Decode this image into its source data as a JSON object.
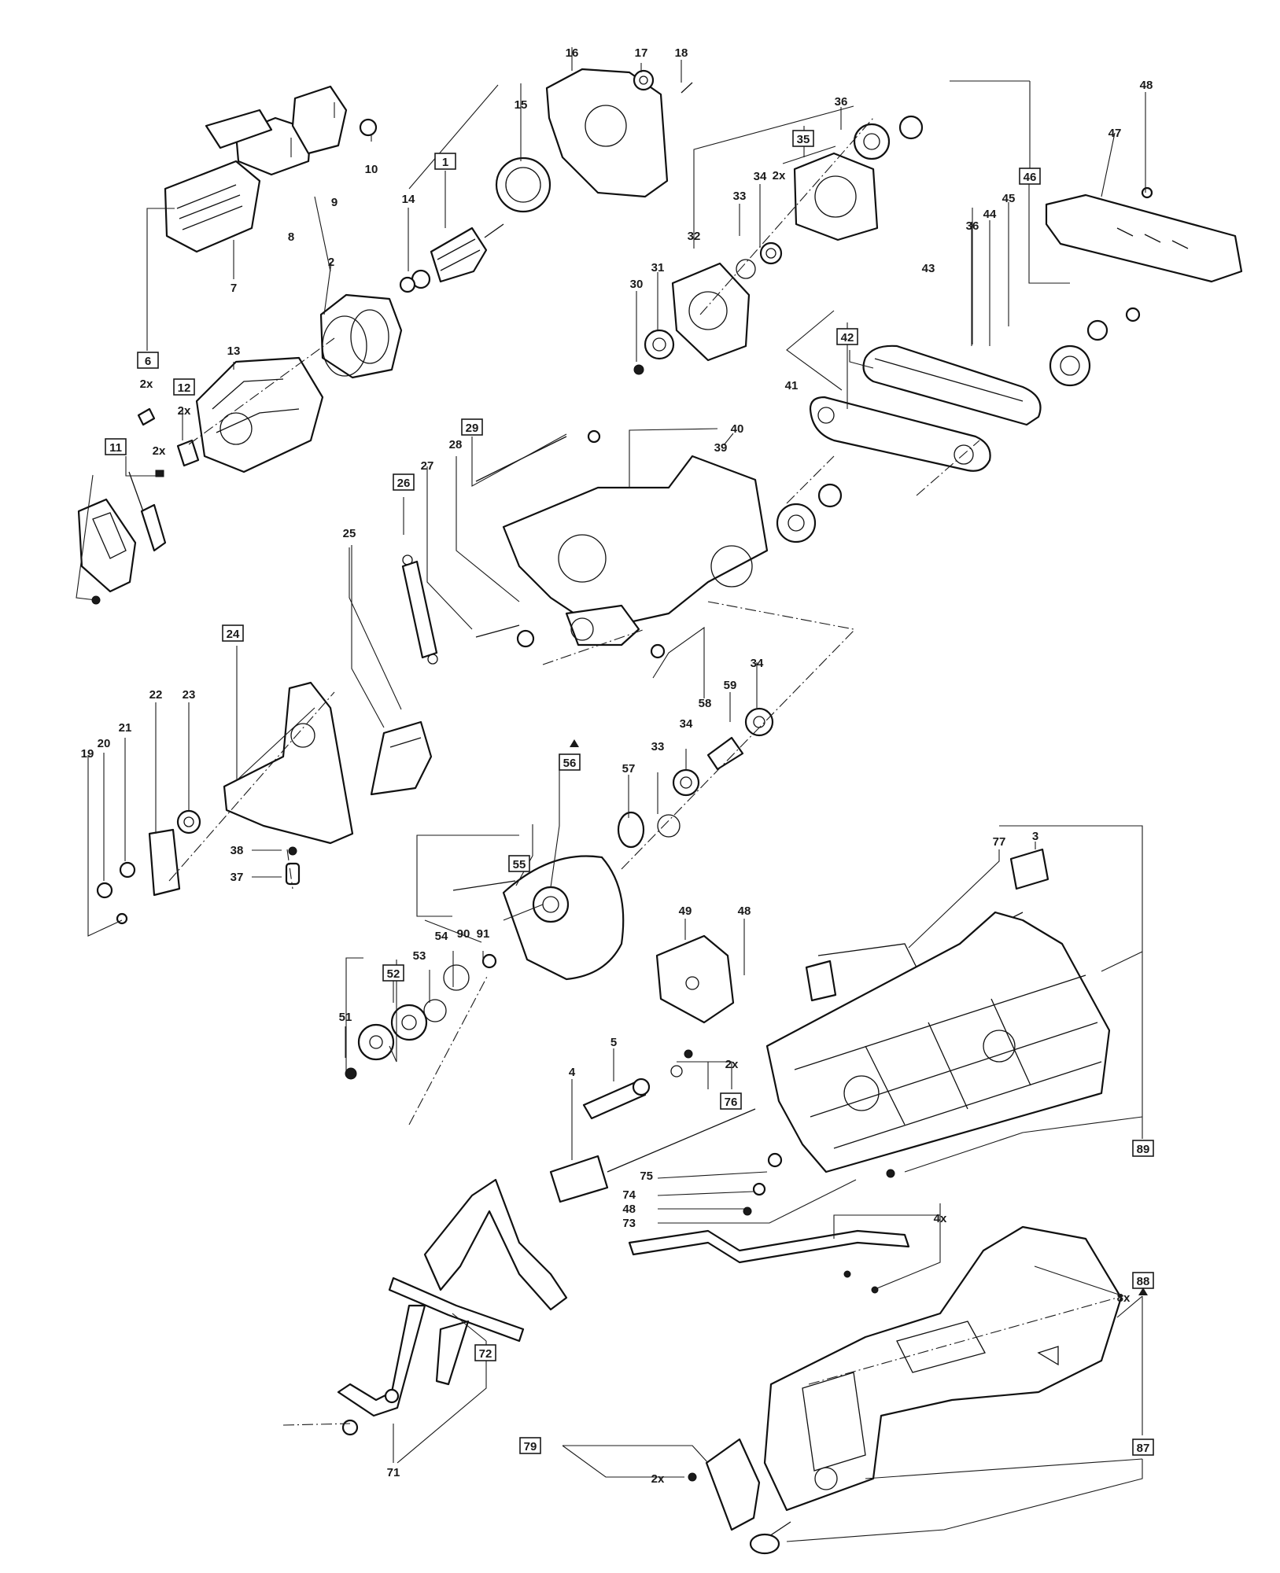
{
  "labels": {
    "l1": "1",
    "l2": "2",
    "l3": "3",
    "l4": "4",
    "l5": "5",
    "l6": "6",
    "l7": "7",
    "l8": "8",
    "l9": "9",
    "l10": "10",
    "l11": "11",
    "l12": "12",
    "l13": "13",
    "l14a": "14",
    "l14b": "14",
    "l15": "15",
    "l16": "16",
    "l17": "17",
    "l18": "18",
    "l19": "19",
    "l20": "20",
    "l21": "21",
    "l22": "22",
    "l23": "23",
    "l24": "24",
    "l25": "25",
    "l26": "26",
    "l27": "27",
    "l28": "28",
    "l29": "29",
    "l30": "30",
    "l31": "31",
    "l32": "32",
    "l33a": "33",
    "l33b": "33",
    "l34a": "34",
    "l34b": "34",
    "l34c": "34",
    "l35": "35",
    "l36a": "36",
    "l36b": "36",
    "l37": "37",
    "l38": "38",
    "l39": "39",
    "l40": "40",
    "l41": "41",
    "l42": "42",
    "l43": "43",
    "l44": "44",
    "l45": "45",
    "l46": "46",
    "l47": "47",
    "l48a": "48",
    "l48b": "48",
    "l48c": "48",
    "l49": "49",
    "l51": "51",
    "l52": "52",
    "l53": "53",
    "l54": "54",
    "l55": "55",
    "l56": "56",
    "l57": "57",
    "l58": "58",
    "l59": "59",
    "l71": "71",
    "l72": "72",
    "l73": "73",
    "l74": "74",
    "l75": "75",
    "l76": "76",
    "l77": "77",
    "l79": "79",
    "l87": "87",
    "l88": "88",
    "l89": "89",
    "l90": "90",
    "l91": "91"
  },
  "qty": {
    "q6": "2x",
    "q12": "2x",
    "q11": "2x",
    "q35": "2x",
    "q76": "2x",
    "q4x": "4x",
    "q8x": "8x",
    "q79": "2x"
  }
}
